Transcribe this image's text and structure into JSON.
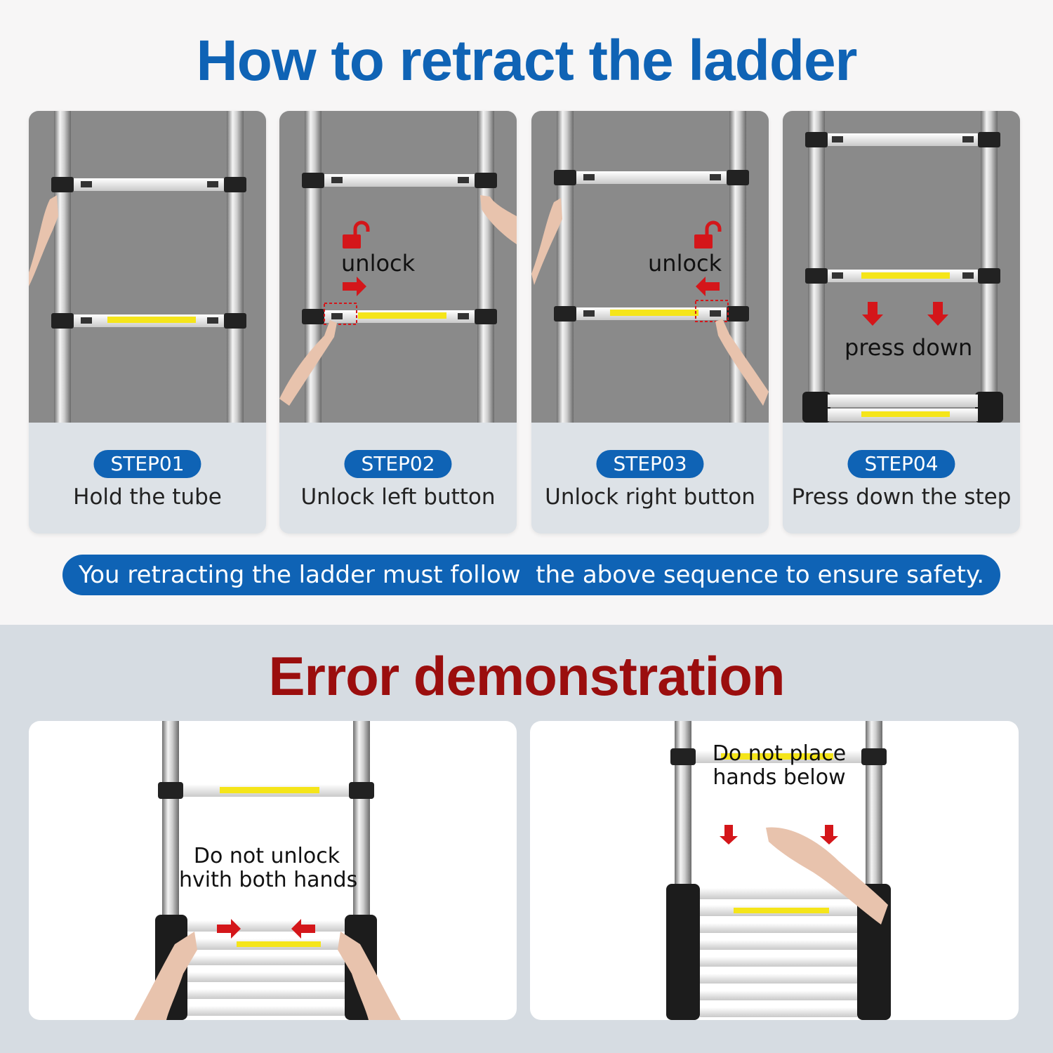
{
  "title": "How to retract the ladder",
  "steps": [
    {
      "badge": "STEP01",
      "label": "Hold the tube"
    },
    {
      "badge": "STEP02",
      "label": "Unlock left button",
      "overlay": "unlock"
    },
    {
      "badge": "STEP03",
      "label": "Unlock right button",
      "overlay": "unlock"
    },
    {
      "badge": "STEP04",
      "label": "Press down the step",
      "overlay": "press down"
    }
  ],
  "notice": "You retracting the ladder must follow  the above sequence to ensure safety.",
  "error_title": "Error demonstration",
  "errors": [
    {
      "line1": "Do not unlock",
      "line2": "hvith both hands"
    },
    {
      "line1": "Do not place",
      "line2": "hands below"
    }
  ],
  "colors": {
    "brand_blue": "#0f63b5",
    "error_red": "#9b0e0e",
    "arrow_red": "#d4161a",
    "warning_yellow": "#f5e51a"
  }
}
